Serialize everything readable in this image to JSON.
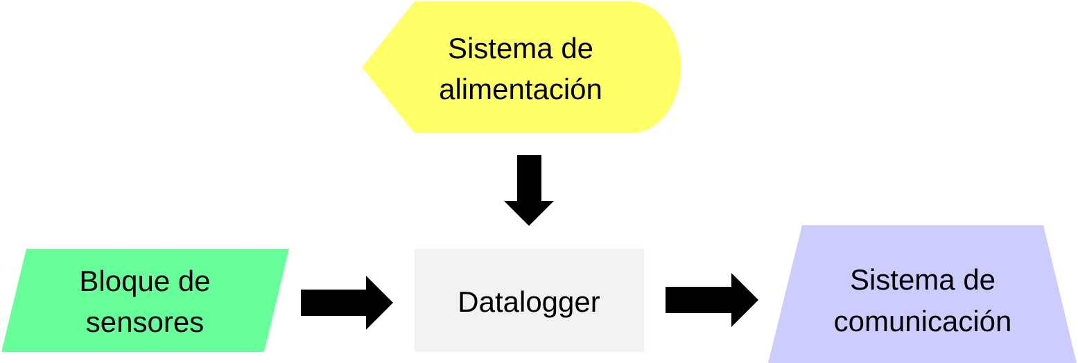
{
  "nodes": {
    "power": {
      "line1": "Sistema de",
      "line2": "alimentación",
      "color": "#FFFF66"
    },
    "sensors": {
      "line1": "Bloque de",
      "line2": "sensores",
      "color": "#66FF99"
    },
    "datalogger": {
      "label": "Datalogger",
      "color": "#F2F2F2"
    },
    "comms": {
      "line1": "Sistema de",
      "line2": "comunicación",
      "color": "#CCCCFF"
    }
  },
  "arrow_color": "#000000"
}
